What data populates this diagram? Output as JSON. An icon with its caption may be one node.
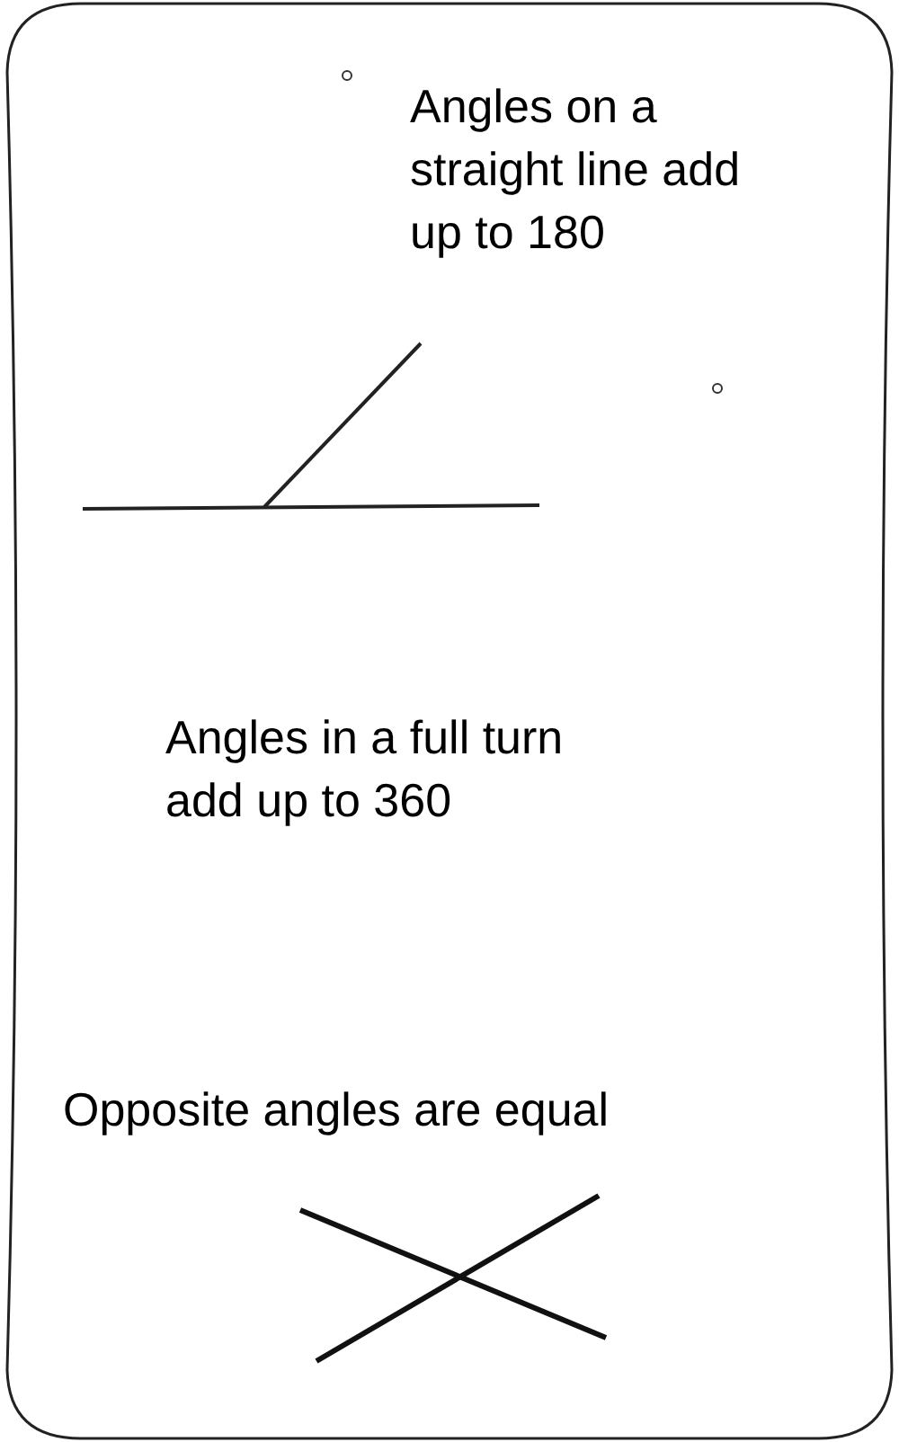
{
  "diagram": {
    "labels": [
      "Angles on a straight line add up to 180",
      "Angles in a full turn add up to 360",
      "Opposite angles are equal"
    ]
  }
}
